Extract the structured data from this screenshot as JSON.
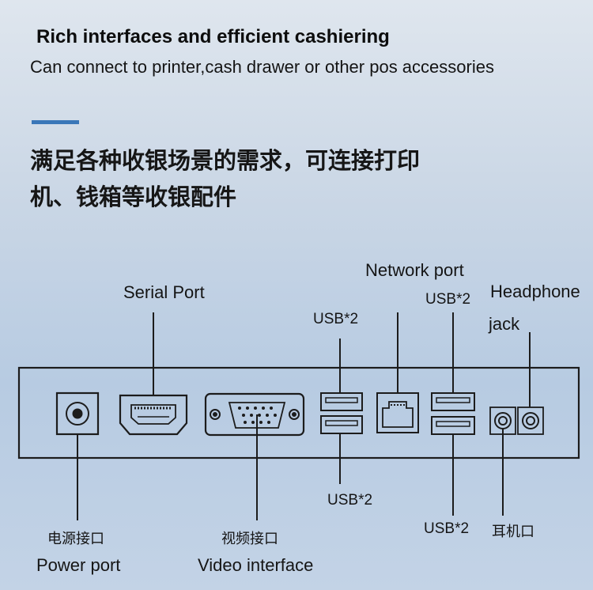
{
  "header": {
    "title": "Rich interfaces and efficient cashiering",
    "subtitle": "Can connect to printer,cash drawer or other pos accessories",
    "accent_color": "#3a77b8"
  },
  "chinese": {
    "line1": "满足各种收银场景的需求，可连接打印",
    "line2": "机、钱箱等收银配件"
  },
  "labels": {
    "serial_port": "Serial Port",
    "network_port": "Network port",
    "usb_top_left": "USB*2",
    "usb_top_right": "USB*2",
    "headphone": "Headphone",
    "headphone_jack": "jack",
    "usb_bottom_left": "USB*2",
    "usb_bottom_right": "USB*2",
    "power_cn": "电源接口",
    "power_en": "Power port",
    "video_cn": "视频接口",
    "video_en": "Video interface",
    "earphone_cn": "耳机口"
  },
  "colors": {
    "line": "#1c1c1c",
    "panel_fill": "#c7d4e3"
  }
}
